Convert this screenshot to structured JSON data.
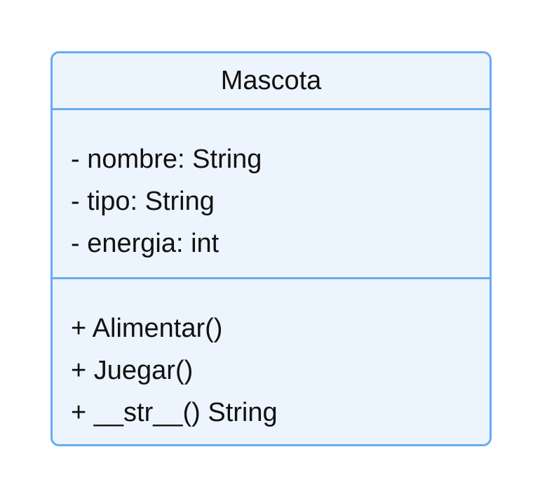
{
  "class": {
    "name": "Mascota",
    "attributes": [
      "- nombre: String",
      "- tipo: String",
      "- energia: int"
    ],
    "methods": [
      "+ Alimentar()",
      "+ Juegar()",
      "+ __str__() String"
    ]
  },
  "colors": {
    "border": "#6aaaf0",
    "fill": "#ecf4fd",
    "text": "#111111"
  }
}
